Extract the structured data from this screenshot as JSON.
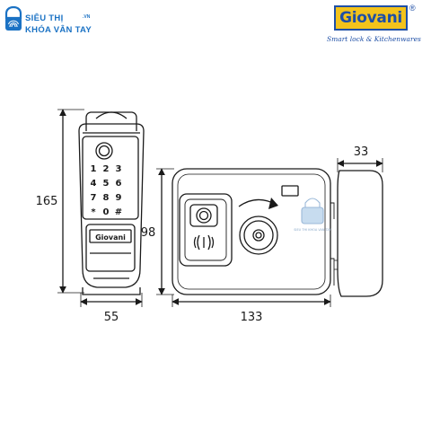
{
  "logo_left": {
    "line1": "SIÊU THỊ",
    "domain": ".VN",
    "line2": "KHÓA VÂN TAY"
  },
  "logo_right": {
    "brand": "Giovani",
    "registered": "®",
    "tagline": "Smart lock & Kitchenwares"
  },
  "front_view": {
    "keypad": [
      "1",
      "2",
      "3",
      "4",
      "5",
      "6",
      "7",
      "8",
      "9",
      "*",
      "0",
      "#"
    ],
    "handle_brand": "Giovani",
    "height_label": "165",
    "width_label": "55"
  },
  "side_view": {
    "height_label": "98",
    "width_label": "133",
    "knob_label": "33",
    "watermark": "SIEU THI KHOA VAN TAY"
  },
  "colors": {
    "line": "#1a1a1a",
    "logo_blue": "#1b72c4",
    "brand_yellow": "#f3c31b",
    "brand_navy": "#1e4fa6"
  }
}
